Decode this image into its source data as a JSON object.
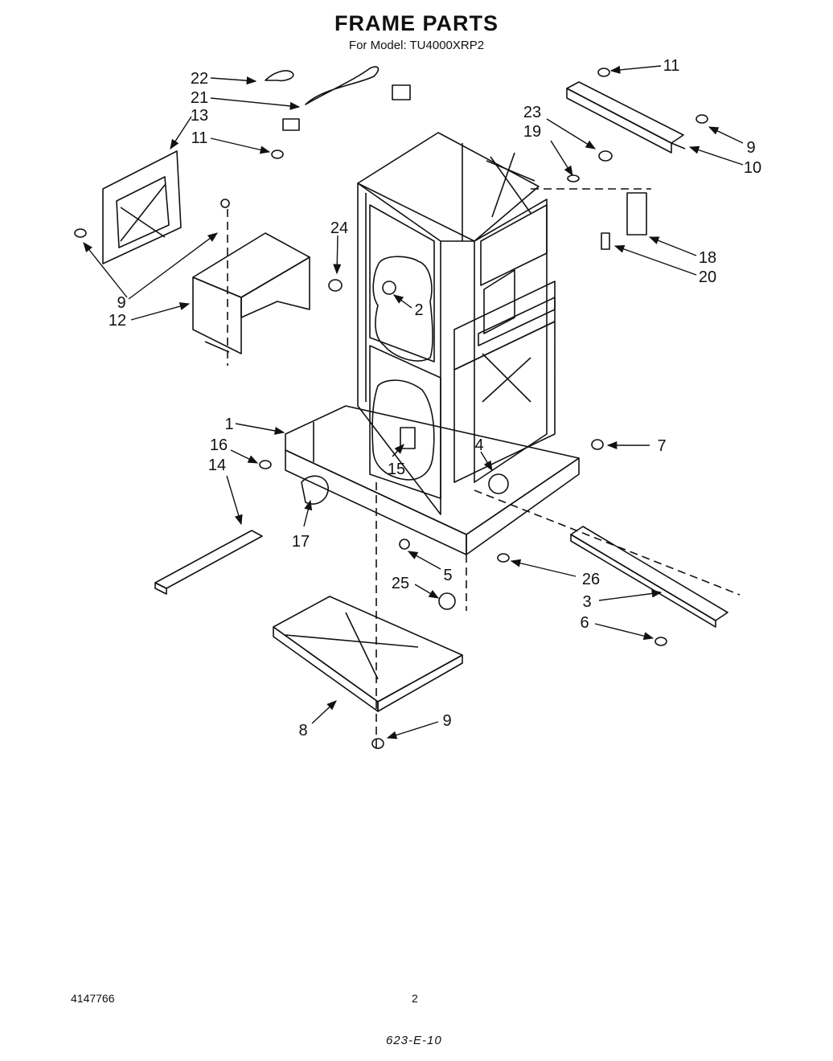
{
  "title": "FRAME PARTS",
  "subtitle": "For Model: TU4000XRP2",
  "footer": {
    "doc_number": "4147766",
    "page_number": "2",
    "handwritten_note": "623-E-10"
  },
  "callouts": [
    {
      "id": "callout-22",
      "label": "22"
    },
    {
      "id": "callout-21",
      "label": "21"
    },
    {
      "id": "callout-13",
      "label": "13"
    },
    {
      "id": "callout-11-left",
      "label": "11"
    },
    {
      "id": "callout-11-right",
      "label": "11"
    },
    {
      "id": "callout-9-right",
      "label": "9"
    },
    {
      "id": "callout-10",
      "label": "10"
    },
    {
      "id": "callout-23",
      "label": "23"
    },
    {
      "id": "callout-19",
      "label": "19"
    },
    {
      "id": "callout-24",
      "label": "24"
    },
    {
      "id": "callout-18",
      "label": "18"
    },
    {
      "id": "callout-20",
      "label": "20"
    },
    {
      "id": "callout-2",
      "label": "2"
    },
    {
      "id": "callout-9-left",
      "label": "9"
    },
    {
      "id": "callout-12",
      "label": "12"
    },
    {
      "id": "callout-1",
      "label": "1"
    },
    {
      "id": "callout-16",
      "label": "16"
    },
    {
      "id": "callout-14",
      "label": "14"
    },
    {
      "id": "callout-15",
      "label": "15"
    },
    {
      "id": "callout-4",
      "label": "4"
    },
    {
      "id": "callout-7",
      "label": "7"
    },
    {
      "id": "callout-17",
      "label": "17"
    },
    {
      "id": "callout-5",
      "label": "5"
    },
    {
      "id": "callout-26",
      "label": "26"
    },
    {
      "id": "callout-25",
      "label": "25"
    },
    {
      "id": "callout-3",
      "label": "3"
    },
    {
      "id": "callout-6",
      "label": "6"
    },
    {
      "id": "callout-8",
      "label": "8"
    },
    {
      "id": "callout-9-bottom",
      "label": "9"
    }
  ]
}
